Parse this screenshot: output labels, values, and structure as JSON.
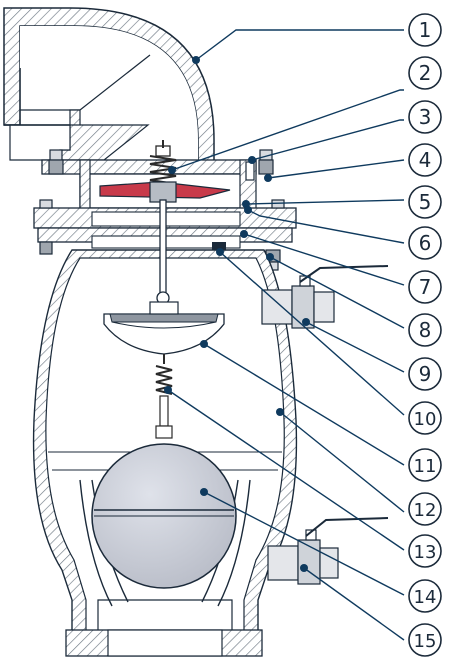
{
  "diagram": {
    "type": "valve-cross-section",
    "colors": {
      "outline": "#1b2a3a",
      "hatch": "#6f7a85",
      "leader": "#0f3a5e",
      "disc": "#c83a4a",
      "ball": "#c7cad3",
      "spring": "#2a2a2a"
    },
    "callouts": [
      {
        "id": "1"
      },
      {
        "id": "2"
      },
      {
        "id": "3"
      },
      {
        "id": "4"
      },
      {
        "id": "5"
      },
      {
        "id": "6"
      },
      {
        "id": "7"
      },
      {
        "id": "8"
      },
      {
        "id": "9"
      },
      {
        "id": "10"
      },
      {
        "id": "11"
      },
      {
        "id": "12"
      },
      {
        "id": "13"
      },
      {
        "id": "14"
      },
      {
        "id": "15"
      }
    ]
  }
}
